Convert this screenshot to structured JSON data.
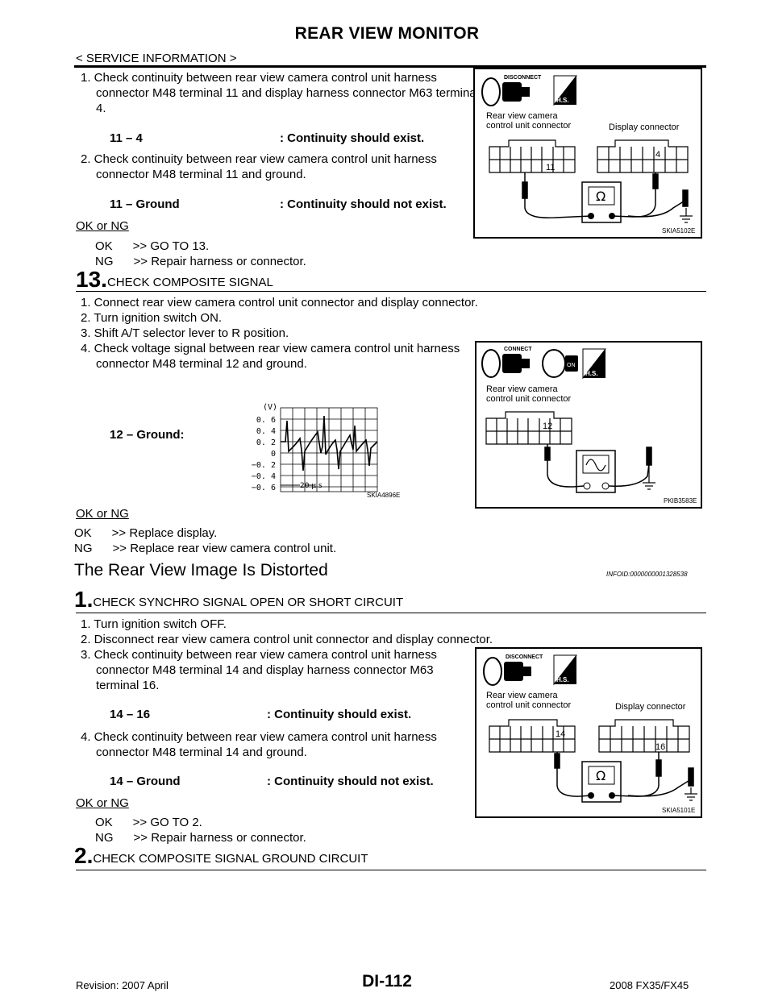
{
  "header": {
    "title": "REAR VIEW MONITOR",
    "subtitle": "< SERVICE INFORMATION >"
  },
  "step12_cont": {
    "item1": "1. Check continuity between rear view camera control unit harness connector M48 terminal 11 and display harness connector M63 terminal 4.",
    "spec1_term": "11 – 4",
    "spec1_val": ": Continuity should exist.",
    "item2": "2. Check continuity between rear view camera control unit harness connector M48 terminal 11 and ground.",
    "spec2_term": "11 – Ground",
    "spec2_val": ": Continuity should not exist.",
    "okng": "OK or NG",
    "ok": "OK      >> GO TO 13.",
    "ng": "NG      >> Repair harness or connector."
  },
  "fig1": {
    "disconnect": "DISCONNECT",
    "hs": "H.S.",
    "left_conn": "Rear view camera\ncontrol unit connector",
    "right_conn": "Display connector",
    "t_left": "11",
    "t_right": "4",
    "ohm": "Ω",
    "id": "SKIA5102E"
  },
  "step13": {
    "num": "13.",
    "title": "CHECK COMPOSITE SIGNAL",
    "item1": "1. Connect rear view camera control unit connector and display connector.",
    "item2": "2. Turn ignition switch ON.",
    "item3": "3. Shift A/T selector lever to R position.",
    "item4": "4. Check voltage signal between rear view camera control unit harness connector M48 terminal 12 and ground.",
    "spec_term": "12 – Ground:",
    "okng": "OK or NG",
    "ok": "OK      >> Replace display.",
    "ng": "NG      >> Replace rear view camera control unit."
  },
  "waveform": {
    "unit": "(V)",
    "ticks": [
      "0. 6",
      "0. 4",
      "0. 2",
      "0",
      "−0. 2",
      "−0. 4",
      "−0. 6"
    ],
    "timebase": "20 μ s",
    "id": "SKIA4896E"
  },
  "fig2": {
    "connect": "CONNECT",
    "on": "ON",
    "hs": "H.S.",
    "conn": "Rear view camera\ncontrol unit connector",
    "terminal": "12",
    "id": "PKIB3583E"
  },
  "section": {
    "title": "The Rear View Image Is Distorted",
    "infoid": "INFOID:0000000001328538"
  },
  "step1": {
    "num": "1.",
    "title": "CHECK SYNCHRO SIGNAL OPEN OR SHORT CIRCUIT",
    "item1": "1. Turn ignition switch OFF.",
    "item2": "2. Disconnect rear view camera control unit connector and display connector.",
    "item3": "3. Check continuity between rear view camera control unit harness connector M48 terminal 14 and display harness connector M63 terminal 16.",
    "spec1_term": "14 – 16",
    "spec1_val": ": Continuity should exist.",
    "item4": "4. Check continuity between rear view camera control unit harness connector M48 terminal 14 and ground.",
    "spec2_term": "14 – Ground",
    "spec2_val": ": Continuity should not exist.",
    "okng": "OK or NG",
    "ok": "OK      >> GO TO 2.",
    "ng": "NG      >> Repair harness or connector."
  },
  "fig3": {
    "disconnect": "DISCONNECT",
    "hs": "H.S.",
    "left_conn": "Rear view camera\ncontrol unit connector",
    "right_conn": "Display connector",
    "t_left": "14",
    "t_right": "16",
    "ohm": "Ω",
    "id": "SKIA5101E"
  },
  "step2": {
    "num": "2.",
    "title": "CHECK COMPOSITE SIGNAL GROUND CIRCUIT"
  },
  "footer": {
    "revision": "Revision: 2007 April",
    "page": "DI-112",
    "model": "2008 FX35/FX45"
  }
}
